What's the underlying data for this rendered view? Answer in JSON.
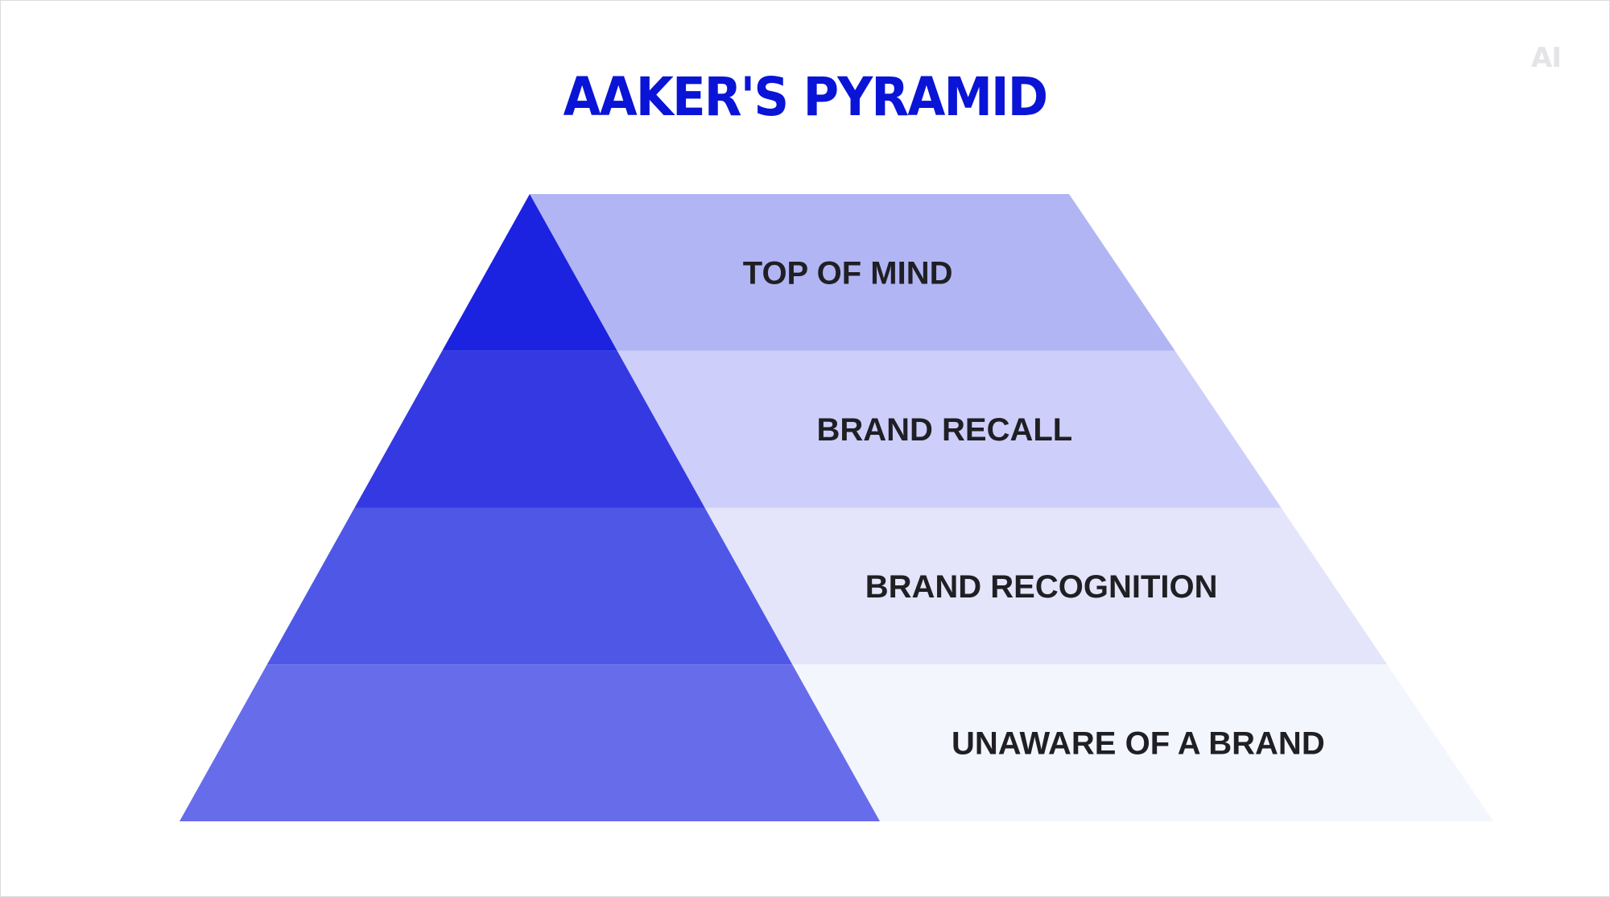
{
  "title": "AAKER'S PYRAMID",
  "logo_text": "AI",
  "tiers": [
    {
      "label": "TOP OF MIND",
      "dark_color": "#1b22e0",
      "light_color": "#b1b5f4"
    },
    {
      "label": "BRAND RECALL",
      "dark_color": "#3439e2",
      "light_color": "#cdcffa"
    },
    {
      "label": "BRAND RECOGNITION",
      "dark_color": "#4e57e6",
      "light_color": "#e4e5fa"
    },
    {
      "label": "UNAWARE OF A BRAND",
      "dark_color": "#676ceb",
      "light_color": "#f4f6fd"
    }
  ]
}
